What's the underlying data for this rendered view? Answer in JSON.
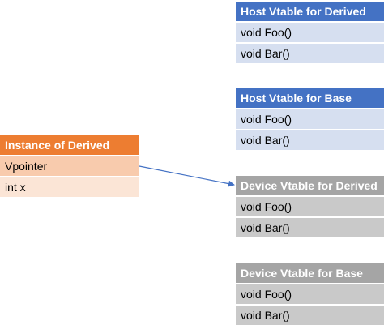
{
  "host_vtable_derived": {
    "title": "Host Vtable for Derived",
    "rows": [
      "void Foo()",
      "void Bar()"
    ]
  },
  "host_vtable_base": {
    "title": "Host Vtable for Base",
    "rows": [
      "void Foo()",
      "void Bar()"
    ]
  },
  "device_vtable_derived": {
    "title": "Device Vtable for Derived",
    "rows": [
      "void Foo()",
      "void Bar()"
    ]
  },
  "device_vtable_base": {
    "title": "Device Vtable for Base",
    "rows": [
      "void Foo()",
      "void Bar()"
    ]
  },
  "instance_derived": {
    "title": "Instance of Derived",
    "rows": [
      "Vpointer",
      "int x"
    ]
  },
  "colors": {
    "host_header": "#4472c4",
    "host_cell": "#d6dff0",
    "device_header": "#a5a5a5",
    "device_cell": "#c9c9c9",
    "instance_header": "#ed7d31",
    "instance_cell_1": "#f8cbad",
    "instance_cell_2": "#fbe5d6",
    "arrow": "#4472c4"
  }
}
